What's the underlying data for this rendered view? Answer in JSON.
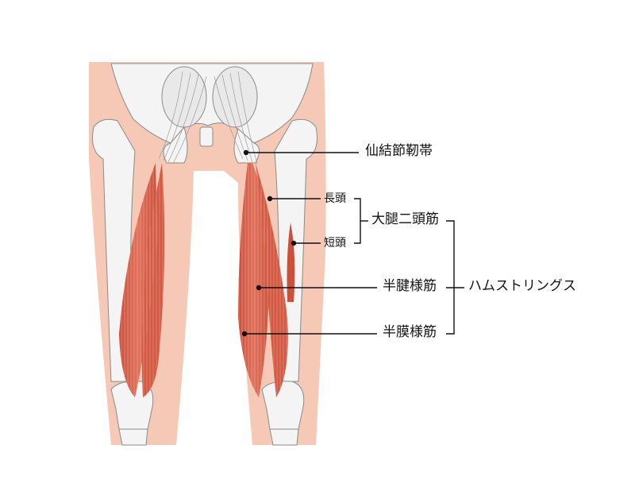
{
  "labels": {
    "sacrotuberous_ligament": "仙結節靭帯",
    "long_head": "長頭",
    "short_head": "短頭",
    "biceps_femoris": "大腿二頭筋",
    "semitendinosus": "半腱様筋",
    "semimembranosus": "半膜様筋",
    "hamstrings": "ハムストリングス"
  },
  "colors": {
    "skin": "#f6c9b6",
    "bone": "#f4f4f4",
    "bone_outline": "#8a8a8a",
    "muscle": "#d9624a",
    "muscle_light": "#f0a090",
    "leader_line": "#111111"
  }
}
